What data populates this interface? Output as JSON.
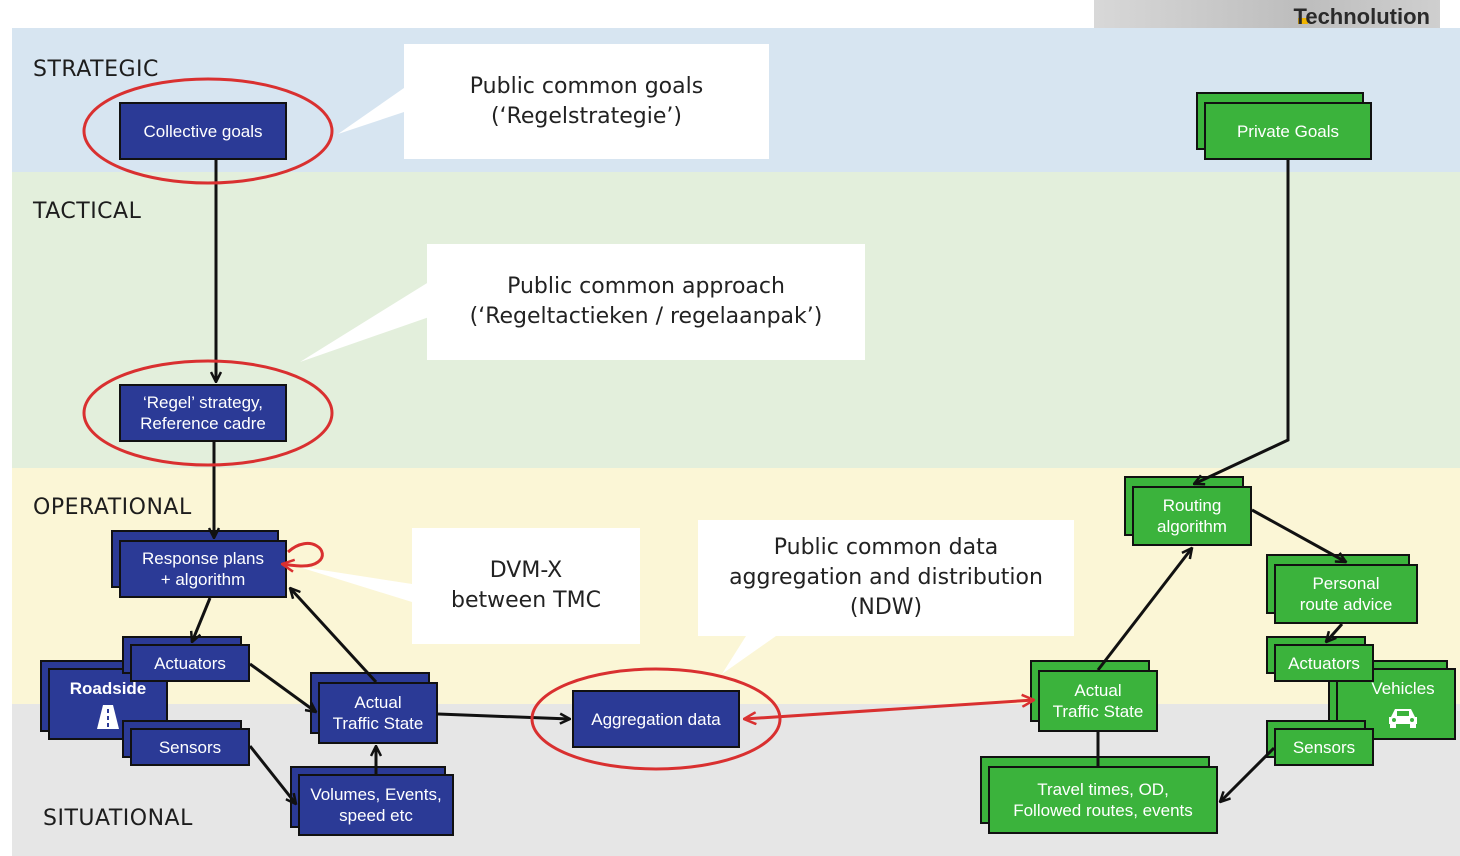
{
  "logo": {
    "text": "Technolution"
  },
  "layers": {
    "strategic": "STRATEGIC",
    "tactical": "TACTICAL",
    "operational": "OPERATIONAL",
    "situational": "SITUATIONAL"
  },
  "colors": {
    "strategic_band": "#d7e5f1",
    "tactical_band": "#e3efdc",
    "operational_band": "#fbf6d6",
    "situational_band": "#e6e6e6",
    "public_box": "#2b3a96",
    "private_box": "#3bb33c",
    "highlight_ellipse": "#d93030"
  },
  "callouts": {
    "goals": {
      "line1": "Public common goals",
      "line2": "(‘Regelstrategie’)"
    },
    "approach": {
      "line1": "Public common approach",
      "line2": "(‘Regeltactieken / regelaanpak’)"
    },
    "dvm": {
      "line1": "DVM-X",
      "line2": "between TMC"
    },
    "ndw": {
      "line1": "Public common data",
      "line2": "aggregation and distribution",
      "line3": "(NDW)"
    }
  },
  "public_nodes": {
    "collective_goals": "Collective goals",
    "regel_strategy": {
      "line1": "‘Regel’ strategy,",
      "line2": "Reference cadre"
    },
    "response_plans": {
      "line1": "Response plans",
      "line2": "+ algorithm"
    },
    "actuators": "Actuators",
    "roadside": "Roadside",
    "sensors": "Sensors",
    "actual_traffic_state": {
      "line1": "Actual",
      "line2": "Traffic State"
    },
    "volumes": {
      "line1": "Volumes, Events,",
      "line2": "speed etc"
    },
    "aggregation_data": "Aggregation data"
  },
  "private_nodes": {
    "private_goals": "Private Goals",
    "routing_algorithm": {
      "line1": "Routing",
      "line2": "algorithm"
    },
    "personal_route_advice": {
      "line1": "Personal",
      "line2": "route advice"
    },
    "actuators": "Actuators",
    "vehicles": "Vehicles",
    "sensors": "Sensors",
    "actual_traffic_state": {
      "line1": "Actual",
      "line2": "Traffic State"
    },
    "travel_times": {
      "line1": "Travel times, OD,",
      "line2": "Followed routes, events"
    }
  }
}
